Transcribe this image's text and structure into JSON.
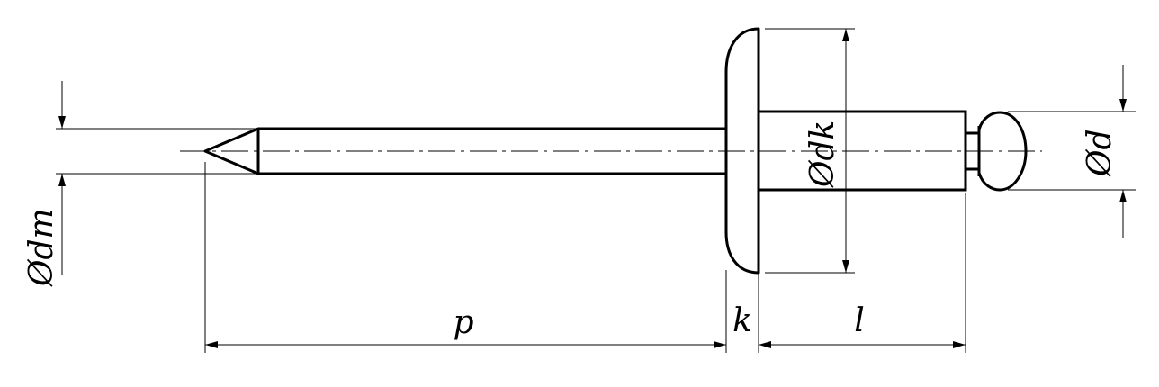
{
  "diagram": {
    "labels": {
      "dm": "Ødm",
      "p": "p",
      "k": "k",
      "l": "l",
      "dk": "Ødk",
      "d": "Ød"
    },
    "colors": {
      "stroke": "#000000",
      "background": "#ffffff"
    }
  }
}
